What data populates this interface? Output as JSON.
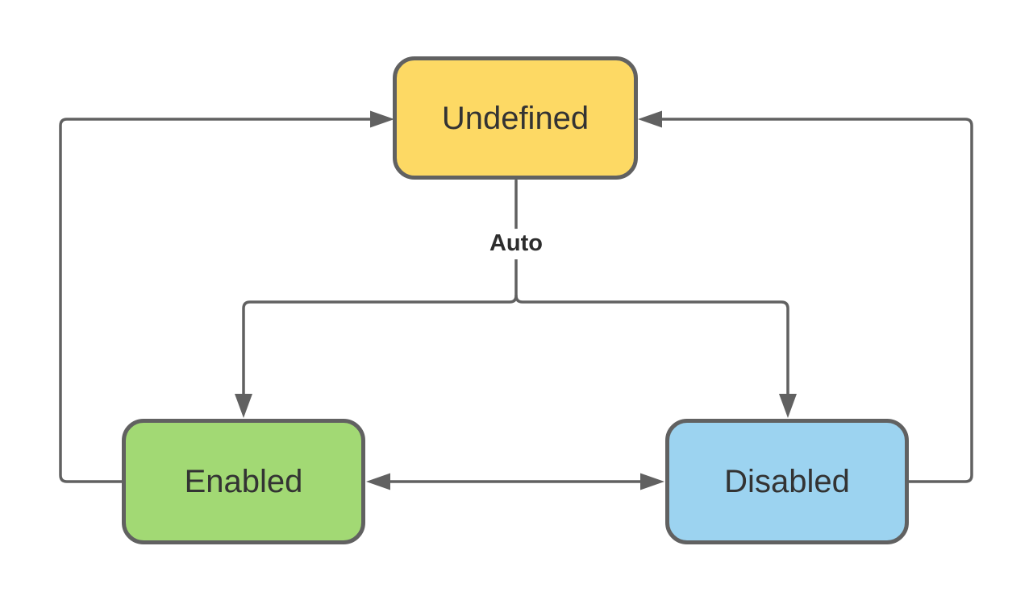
{
  "diagram": {
    "type": "state-diagram",
    "colors": {
      "canvas_bg": "#FFFFFF",
      "connector": "#616161",
      "state_text": "#333333",
      "edge_label_text": "#2D2D2D",
      "edge_label_bg": "#FFFFFF"
    },
    "nodes": [
      {
        "id": "undefined",
        "label": "Undefined",
        "fill": "#FDD964",
        "border": "#616161"
      },
      {
        "id": "enabled",
        "label": "Enabled",
        "fill": "#A2D974",
        "border": "#616161"
      },
      {
        "id": "disabled",
        "label": "Disabled",
        "fill": "#9CD3F0",
        "border": "#616161"
      }
    ],
    "edges": [
      {
        "from": "undefined",
        "to": "enabled",
        "label": "Auto",
        "type": "branch-left"
      },
      {
        "from": "undefined",
        "to": "disabled",
        "label": "Auto",
        "type": "branch-right"
      },
      {
        "from": "enabled",
        "to": "undefined",
        "label": "",
        "type": "loop-left"
      },
      {
        "from": "disabled",
        "to": "undefined",
        "label": "",
        "type": "loop-right"
      },
      {
        "from": "enabled",
        "to": "disabled",
        "label": "",
        "type": "bidirectional"
      }
    ]
  }
}
